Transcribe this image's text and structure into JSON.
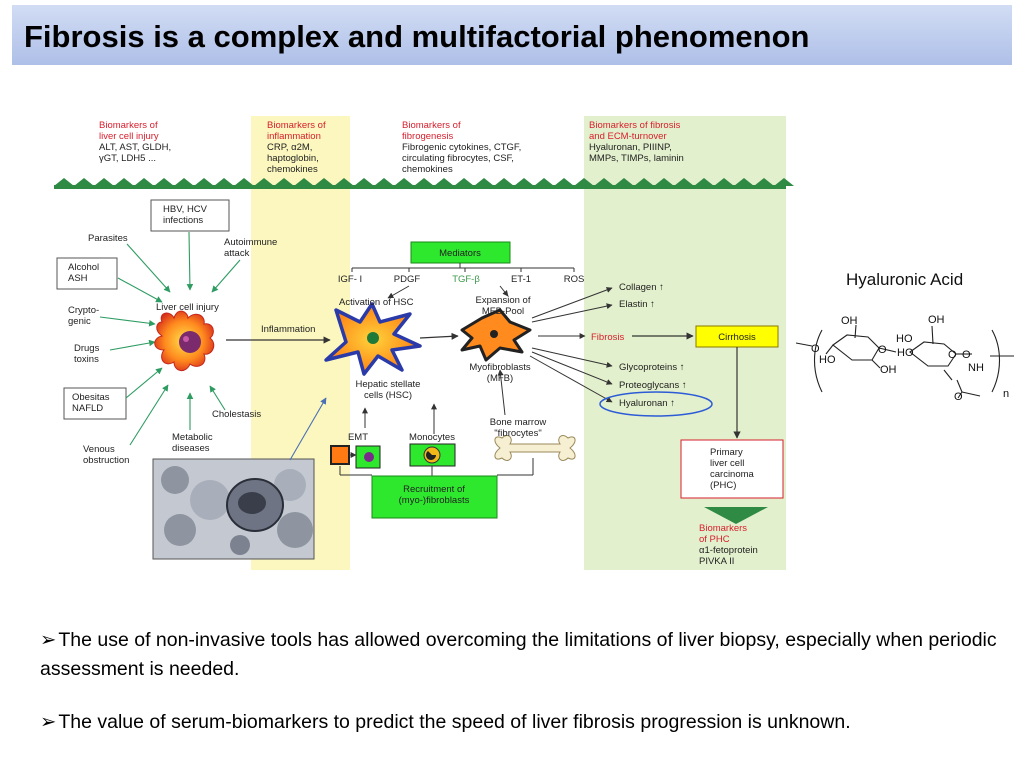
{
  "title": "Fibrosis is a complex and multifactorial phenomenon",
  "colors": {
    "red": "#d81e2c",
    "inflammation_band": "#fbf7bf",
    "ecm_band": "#e3f0cd",
    "strip_green": "#2f8a44",
    "mediator_green": "#2ee82e",
    "cirrhosis_yellow": "#ffff00",
    "highlight_blue": "#2c5bd6",
    "arrow_green": "#2e9c62"
  },
  "biomarkers": [
    {
      "heading": "Biomarkers of\nliver cell injury",
      "body": "ALT, AST, GLDH,\nγGT, LDH5 ..."
    },
    {
      "heading": "Biomarkers of\ninflammation",
      "body": "CRP, α2M,\nhaptoglobin,\nchemokines"
    },
    {
      "heading": "Biomarkers of\nfibrogenesis",
      "body": "Fibrogenic cytokines, CTGF,\ncirculating fibrocytes, CSF,\nchemokines"
    },
    {
      "heading": "Biomarkers of fibrosis\nand ECM-turnover",
      "body": "Hyaluronan, PIIINP,\nMMPs, TIMPs, laminin"
    }
  ],
  "causes": {
    "hbv_hcv": "HBV, HCV\ninfections",
    "parasites": "Parasites",
    "autoimmune": "Autoimmune\nattack",
    "alcohol": "Alcohol\nASH",
    "cryptogenic": "Crypto-\ngenic",
    "drugs": "Drugs\ntoxins",
    "obesitas": "Obesitas\nNAFLD",
    "venous": "Venous\nobstruction",
    "metabolic": "Metabolic\ndiseases",
    "cholestasis": "Cholestasis"
  },
  "labels": {
    "liver_cell_injury": "Liver cell injury",
    "inflammation": "Inflammation",
    "activation_hsc": "Activation of HSC",
    "hsc": "Hepatic stellate\ncells (HSC)",
    "expansion": "Expansion of\nMFB-Pool",
    "myofibroblasts": "Myofibroblasts\n(MFB)",
    "mediators": "Mediators",
    "emt": "EMT",
    "monocytes": "Monocytes",
    "bone_marrow": "Bone marrow\n\"fibrocytes\"",
    "recruitment": "Recruitment of\n(myo-)fibroblasts",
    "fibrosis": "Fibrosis",
    "cirrhosis": "Cirrhosis",
    "phc": "Primary\nliver cell\ncarcinoma\n(PHC)",
    "biomarkers_phc_heading": "Biomarkers\nof PHC",
    "biomarkers_phc_body": "α1-fetoprotein\nPIVKA II"
  },
  "mediators": [
    "IGF- I",
    "PDGF",
    "TGF-β",
    "ET-1",
    "ROS"
  ],
  "products": [
    "Collagen ↑",
    "Elastin ↑",
    "Glycoproteins ↑",
    "Proteoglycans ↑",
    "Hyaluronan ↑"
  ],
  "hyaluronic": {
    "label": "Hyaluronic Acid",
    "atoms": [
      "OH",
      "O",
      "HO",
      "O",
      "HO",
      "OH",
      "OH",
      "O",
      "HO",
      "O",
      "NH",
      "O",
      "n"
    ]
  },
  "bullets": [
    "The use of non-invasive tools has allowed overcoming the limitations of liver biopsy, especially when periodic assessment is needed.",
    "The value of serum-biomarkers to predict the speed of liver fibrosis progression is unknown."
  ],
  "bullet_mark": "➢"
}
